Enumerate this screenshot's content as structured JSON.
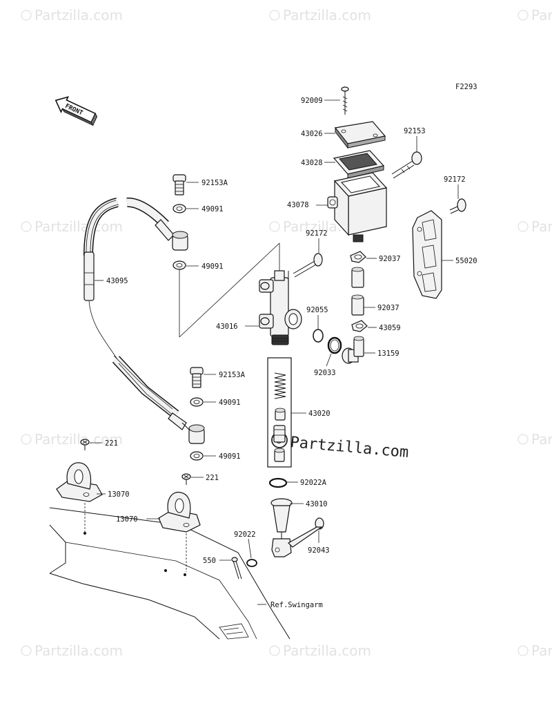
{
  "figure_code": "F2293",
  "front_label": "FRONT",
  "reference_label": "Ref.Swingarm",
  "watermark": "Partzilla.com",
  "center_watermark": "Partzilla.com",
  "parts": [
    {
      "id": "p-92009",
      "label": "92009"
    },
    {
      "id": "p-43026",
      "label": "43026"
    },
    {
      "id": "p-43028",
      "label": "43028"
    },
    {
      "id": "p-92153",
      "label": "92153"
    },
    {
      "id": "p-43078",
      "label": "43078"
    },
    {
      "id": "p-92172a",
      "label": "92172"
    },
    {
      "id": "p-92172b",
      "label": "92172"
    },
    {
      "id": "p-92037a",
      "label": "92037"
    },
    {
      "id": "p-55020",
      "label": "55020"
    },
    {
      "id": "p-43059",
      "label": "43059"
    },
    {
      "id": "p-92037b",
      "label": "92037"
    },
    {
      "id": "p-13159",
      "label": "13159"
    },
    {
      "id": "p-92055",
      "label": "92055"
    },
    {
      "id": "p-92033",
      "label": "92033"
    },
    {
      "id": "p-43016",
      "label": "43016"
    },
    {
      "id": "p-92153A-1",
      "label": "92153A"
    },
    {
      "id": "p-49091-1",
      "label": "49091"
    },
    {
      "id": "p-49091-2",
      "label": "49091"
    },
    {
      "id": "p-43095",
      "label": "43095"
    },
    {
      "id": "p-92153A-2",
      "label": "92153A"
    },
    {
      "id": "p-49091-3",
      "label": "49091"
    },
    {
      "id": "p-49091-4",
      "label": "49091"
    },
    {
      "id": "p-43020",
      "label": "43020"
    },
    {
      "id": "p-92022A",
      "label": "92022A"
    },
    {
      "id": "p-43010",
      "label": "43010"
    },
    {
      "id": "p-92022",
      "label": "92022"
    },
    {
      "id": "p-92043",
      "label": "92043"
    },
    {
      "id": "p-550",
      "label": "550"
    },
    {
      "id": "p-221a",
      "label": "221"
    },
    {
      "id": "p-13070a",
      "label": "13070"
    },
    {
      "id": "p-221b",
      "label": "221"
    },
    {
      "id": "p-13070b",
      "label": "13070"
    }
  ]
}
